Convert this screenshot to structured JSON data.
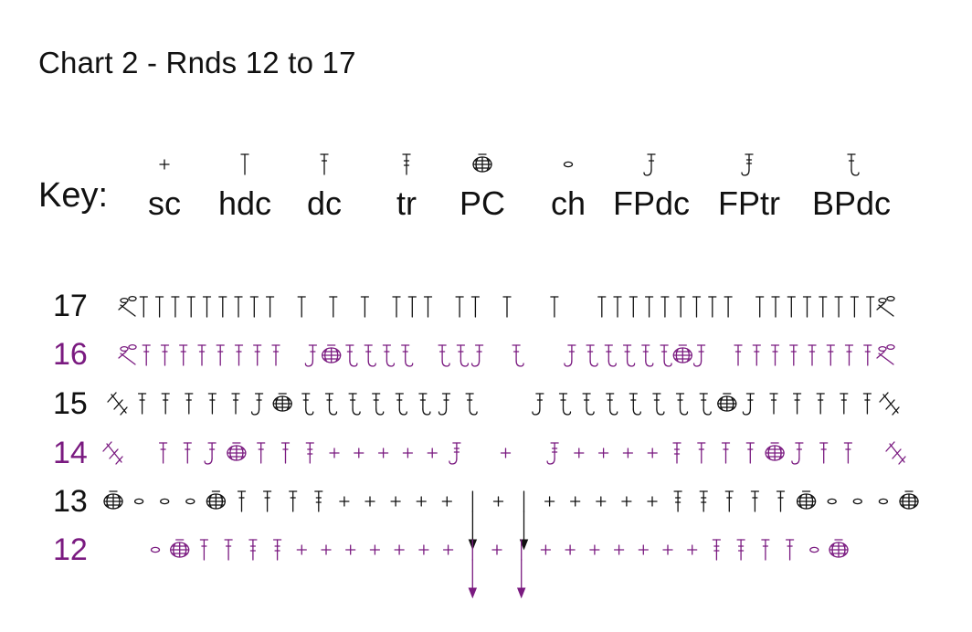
{
  "title": "Chart 2 - Rnds 12 to 17",
  "key": {
    "label": "Key:",
    "items": [
      {
        "abbr": "sc",
        "symbol": "plus-icon"
      },
      {
        "abbr": "hdc",
        "symbol": "hdc-icon"
      },
      {
        "abbr": "dc",
        "symbol": "dc-icon"
      },
      {
        "abbr": "tr",
        "symbol": "tr-icon"
      },
      {
        "abbr": "PC",
        "symbol": "popcorn-icon"
      },
      {
        "abbr": "ch",
        "symbol": "chain-icon"
      },
      {
        "abbr": "FPdc",
        "symbol": "fpdc-icon"
      },
      {
        "abbr": "FPtr",
        "symbol": "fptr-icon"
      },
      {
        "abbr": "BPdc",
        "symbol": "bpdc-icon"
      }
    ]
  },
  "colors": {
    "black": "#111111",
    "purple": "#7a1a80"
  },
  "rounds": [
    {
      "label": "17",
      "color": "black",
      "row": "O2 T T T T T T T T T _ T _ T _ T _ T T T _ T T _ T _ _ T _ _ T T T T T T T T T _ T T T T T T T T O2"
    },
    {
      "label": "16",
      "color": "purple",
      "row": "O2 D D D D D D D D _ F P B B B B _ B B F _ B _ _ F B B B B B P F _ D D D D D D D D O2"
    },
    {
      "label": "15",
      "color": "black",
      "row": "E D D D D D F P B B B B B B F B _ _ F B B B B B B B P F D D D D D E"
    },
    {
      "label": "14",
      "color": "purple",
      "row": "E _ D D F P D D H + + + + + G _ + _ G + + + + H D D D P F D D _ E"
    },
    {
      "label": "13",
      "color": "black",
      "row": "P C C C P D D D H + + + + + A + A + + + + + H H D D D P C C C P"
    },
    {
      "label": "12",
      "color": "purple",
      "row": "C P D D H H + + + + + + + A + A + + + + + + + H H D D C P"
    }
  ]
}
